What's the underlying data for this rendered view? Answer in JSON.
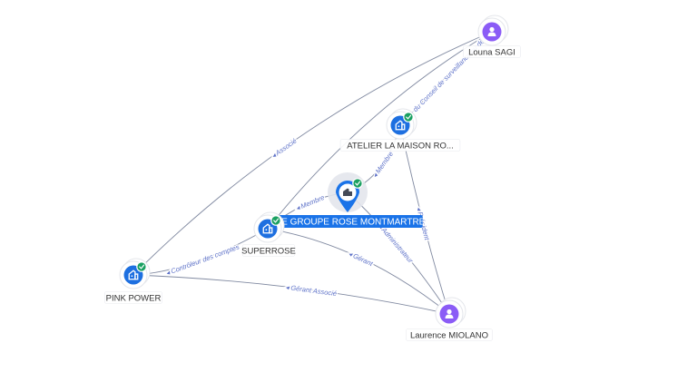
{
  "colors": {
    "edge": "#6b7690",
    "company": "#1d6fe0",
    "person": "#8b5cf6",
    "check": "#1aa061",
    "focus": "#1a73e8",
    "edge_label": "#5e72c8"
  },
  "nodes": [
    {
      "id": "gie",
      "label": "GIE GROUPE ROSE MONTMARTRE",
      "kind": "focus",
      "icon": "building-icon",
      "verified": true
    },
    {
      "id": "superrose",
      "label": "SUPERROSE",
      "kind": "company",
      "icon": "building-icon",
      "verified": true
    },
    {
      "id": "atelier",
      "label": "ATELIER LA MAISON RO...",
      "kind": "company",
      "icon": "building-icon",
      "verified": true
    },
    {
      "id": "pinkpower",
      "label": "PINK POWER",
      "kind": "company",
      "icon": "building-icon",
      "verified": true
    },
    {
      "id": "louna",
      "label": "Louna SAGI",
      "kind": "person",
      "icon": "person-icon",
      "verified": false
    },
    {
      "id": "laurence",
      "label": "Laurence MIOLANO",
      "kind": "person",
      "icon": "person-icon",
      "verified": false
    }
  ],
  "edges": [
    {
      "from": "louna",
      "to": "pinkpower",
      "label": "Associé"
    },
    {
      "from": "louna",
      "to": "superrose",
      "label": ""
    },
    {
      "from": "louna",
      "to": "atelier",
      "label": "Membre du Conseil de surveillance ou de gestion"
    },
    {
      "from": "atelier",
      "to": "gie",
      "label": "Membre"
    },
    {
      "from": "atelier",
      "to": "laurence",
      "label": "Président"
    },
    {
      "from": "superrose",
      "to": "gie",
      "label": "Membre"
    },
    {
      "from": "superrose",
      "to": "pinkpower",
      "label": "Contrôleur des comptes"
    },
    {
      "from": "superrose",
      "to": "laurence",
      "label": "Gérant"
    },
    {
      "from": "gie",
      "to": "laurence",
      "label": "Administrateur"
    },
    {
      "from": "pinkpower",
      "to": "laurence",
      "label": "Gérant Associé"
    }
  ]
}
